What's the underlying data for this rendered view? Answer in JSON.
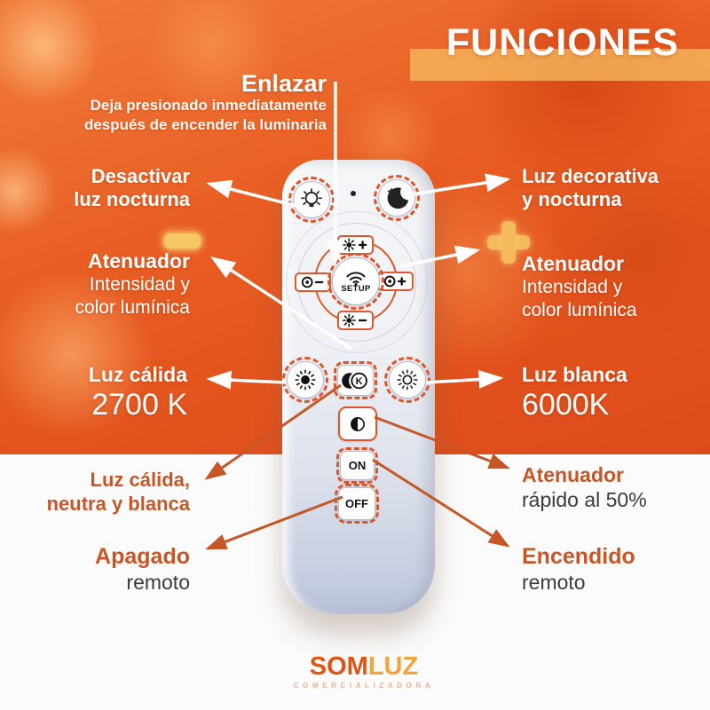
{
  "title": "FUNCIONES",
  "enlazar": {
    "title": "Enlazar",
    "desc1": "Deja presionado inmediatamente",
    "desc2": "después de encender la luminaria"
  },
  "labels": {
    "desactivar1": "Desactivar",
    "desactivar2": "luz nocturna",
    "aten_left_title": "Atenuador",
    "aten_left_1": "Intensidad y",
    "aten_left_2": "color lumínica",
    "decorativa1": "Luz decorativa",
    "decorativa2": "y nocturna",
    "aten_right_title": "Atenuador",
    "aten_right_1": "Intensidad y",
    "aten_right_2": "color lumínica",
    "calida_title": "Luz cálida",
    "calida_value": "2700 K",
    "blanca_title": "Luz blanca",
    "blanca_value": "6000K",
    "cnb1": "Luz cálida,",
    "cnb2": "neutra y blanca",
    "rapido_title": "Atenuador",
    "rapido_sub": "rápido al 50%",
    "apagado_title": "Apagado",
    "apagado_sub": "remoto",
    "encendido_title": "Encendido",
    "encendido_sub": "remoto"
  },
  "remote": {
    "setup": "SETUP",
    "k": "K",
    "on": "ON",
    "off": "OFF",
    "icons": {
      "top_left": "bulb-icon",
      "top_right": "moon-star-icon",
      "pad_up": "brightness-plus-icon",
      "pad_down": "brightness-minus-icon",
      "pad_left": "color-temp-minus-icon",
      "pad_right": "color-temp-plus-icon",
      "center": "wifi-setup-icon",
      "row_left": "warm-sun-icon",
      "row_center": "kelvin-cycle-icon",
      "row_right": "white-sun-icon",
      "below_row": "contrast-icon"
    }
  },
  "logo": {
    "part1": "SOM",
    "part2": "LUZ",
    "tagline": "COMERCIALIZADORA"
  },
  "colors": {
    "background_orange": "#E2521D",
    "title_band": "#F5B45C",
    "dashed_highlight": "#E0562B",
    "callout_orange": "#C75627",
    "text_dark": "#3B3B3B",
    "symbol_yellow": "#F5BD60",
    "logo_som": "#E05313",
    "logo_luz": "#F2A33A"
  }
}
